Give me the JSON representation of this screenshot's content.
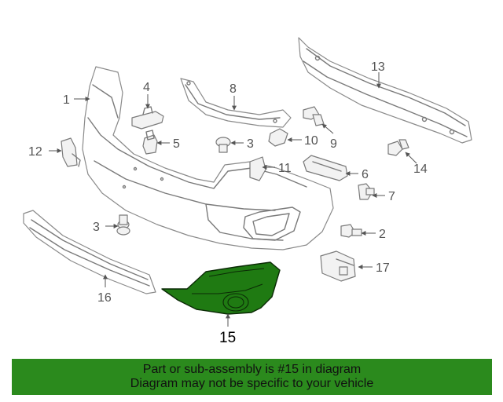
{
  "callouts": {
    "c1": "1",
    "c2": "2",
    "c3a": "3",
    "c3b": "3",
    "c4": "4",
    "c5": "5",
    "c6": "6",
    "c7": "7",
    "c8": "8",
    "c9": "9",
    "c10": "10",
    "c11": "11",
    "c12": "12",
    "c13": "13",
    "c14": "14",
    "c15": "15",
    "c16": "16",
    "c17": "17"
  },
  "highlighted_part": "15",
  "colors": {
    "highlight": "#1f7a12",
    "banner": "#2b8a1d"
  },
  "footer": {
    "line1": "Part or sub-assembly is #15 in diagram",
    "line2": "Diagram may not be specific to your vehicle"
  }
}
